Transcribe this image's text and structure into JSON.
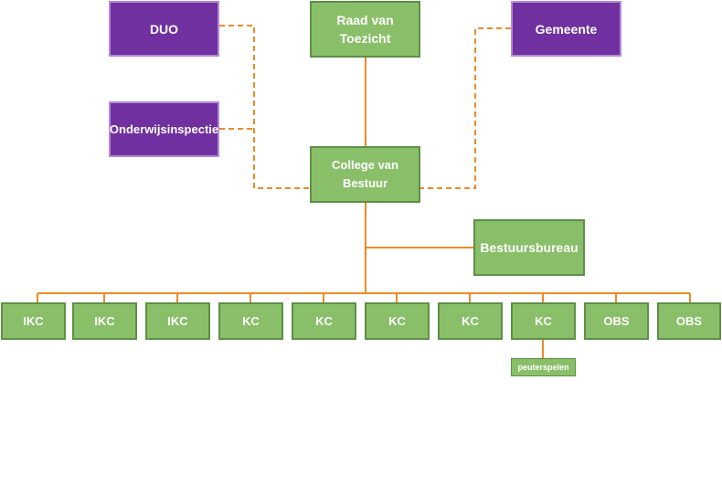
{
  "colors": {
    "purple": "#7030a0",
    "green": "#8abf69",
    "connector": "#f08a24"
  },
  "nodes": {
    "raad": "Raad van Toezicht",
    "duo": "DUO",
    "gemeente": "Gemeente",
    "inspectie": "Onderwijsinspectie",
    "college": "College van Bestuur",
    "bureau": "Bestuursbureau",
    "peuterspelen": "peuterspelen"
  },
  "schools": [
    "IKC",
    "IKC",
    "IKC",
    "KC",
    "KC",
    "KC",
    "KC",
    "KC",
    "OBS",
    "OBS"
  ]
}
